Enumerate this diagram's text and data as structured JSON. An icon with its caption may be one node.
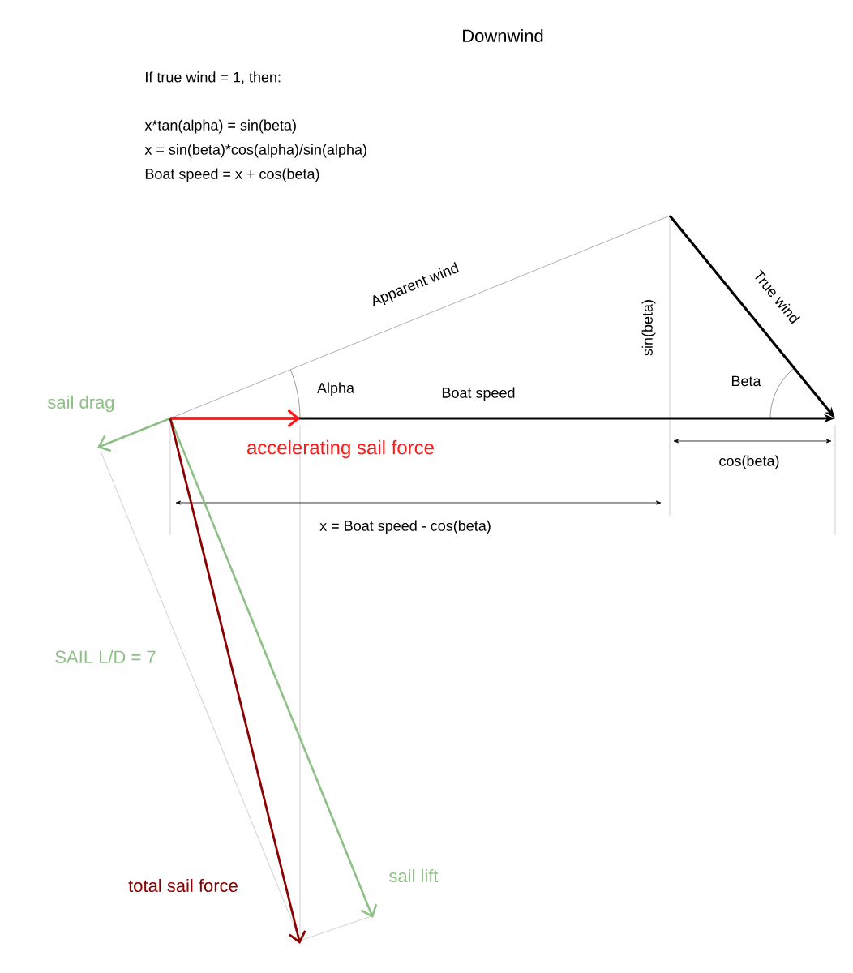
{
  "diagram": {
    "title": "Downwind",
    "labels": [
      "If true wind = 1, then:",
      "x*tan(alpha) = sin(beta)",
      "x = sin(beta)*cos(alpha)/sin(alpha)",
      "Boat speed = x + cos(beta)",
      "Apparent wind",
      "True wind",
      "sin(beta)",
      "Alpha",
      "Boat speed",
      "Beta",
      "sail drag",
      "accelerating sail force",
      "cos(beta)",
      "x = Boat speed - cos(beta)",
      "SAIL L/D = 7",
      "total sail force",
      "sail lift"
    ]
  }
}
